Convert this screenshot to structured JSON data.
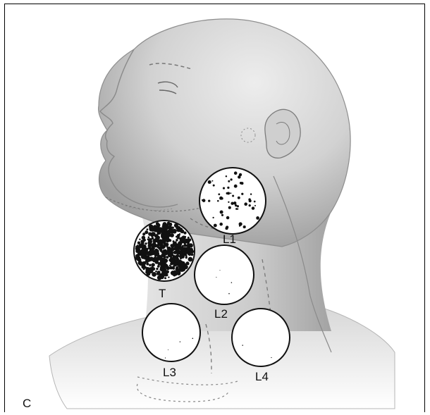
{
  "figure": {
    "panel_label": "C",
    "labels": {
      "L1": "L1",
      "T": "T",
      "L2": "L2",
      "L3": "L3",
      "L4": "L4"
    },
    "colors": {
      "skin_light": "#d9d9d9",
      "skin_shade": "#a9a9a9",
      "outline": "#7a7a7a",
      "circle_fill": "#ffffff",
      "dots": "#111111"
    }
  }
}
